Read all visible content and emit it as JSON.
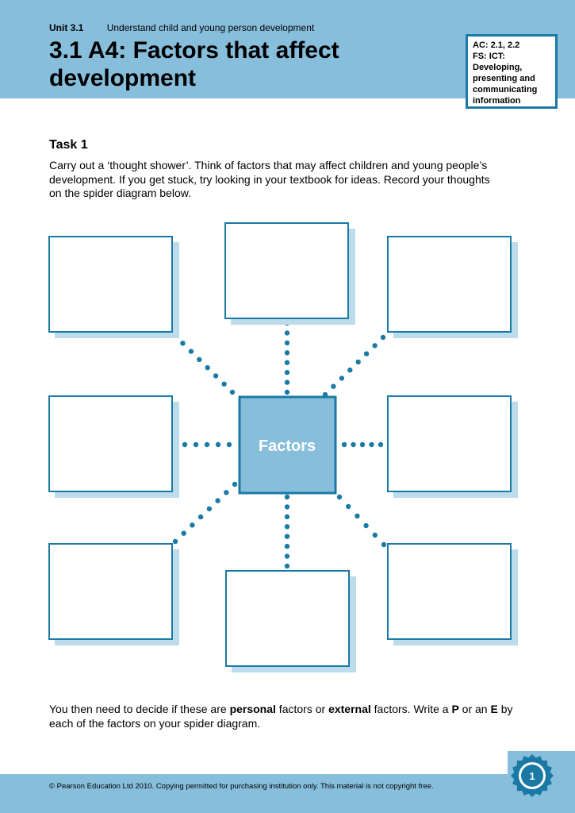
{
  "header": {
    "unit_code": "Unit 3.1",
    "unit_title": "Understand child and young person development",
    "title": "3.1 A4: Factors that affect development",
    "ac_box": {
      "line1": "AC: 2.1, 2.2",
      "line2": "FS: ICT:",
      "line3": "Developing,",
      "line4": "presenting and",
      "line5": "communicating",
      "line6": "information"
    }
  },
  "task": {
    "heading": "Task 1",
    "text": "Carry out a ‘thought shower’. Think of factors that may affect children and young people’s development. If you get stuck, try looking in your textbook for ideas. Record your thoughts on the spider diagram below."
  },
  "diagram": {
    "center_label": "Factors"
  },
  "bottom": {
    "p1": "You then need to decide if these are ",
    "b1": "personal",
    "p2": " factors or ",
    "b2": "external",
    "p3": " factors. Write a ",
    "b3": "P",
    "p4": " or an ",
    "b4": "E",
    "p5": " by each of the factors on your spider diagram."
  },
  "footer": {
    "copyright": "© Pearson Education Ltd 2010. Copying permitted for purchasing institution only. This material is not copyright free.",
    "page_number": "1"
  },
  "colors": {
    "header_band": "#87bedc",
    "border_blue": "#1a7aa5",
    "shadow_blue": "#bcdcec",
    "dot_blue": "#1a7aa5"
  }
}
